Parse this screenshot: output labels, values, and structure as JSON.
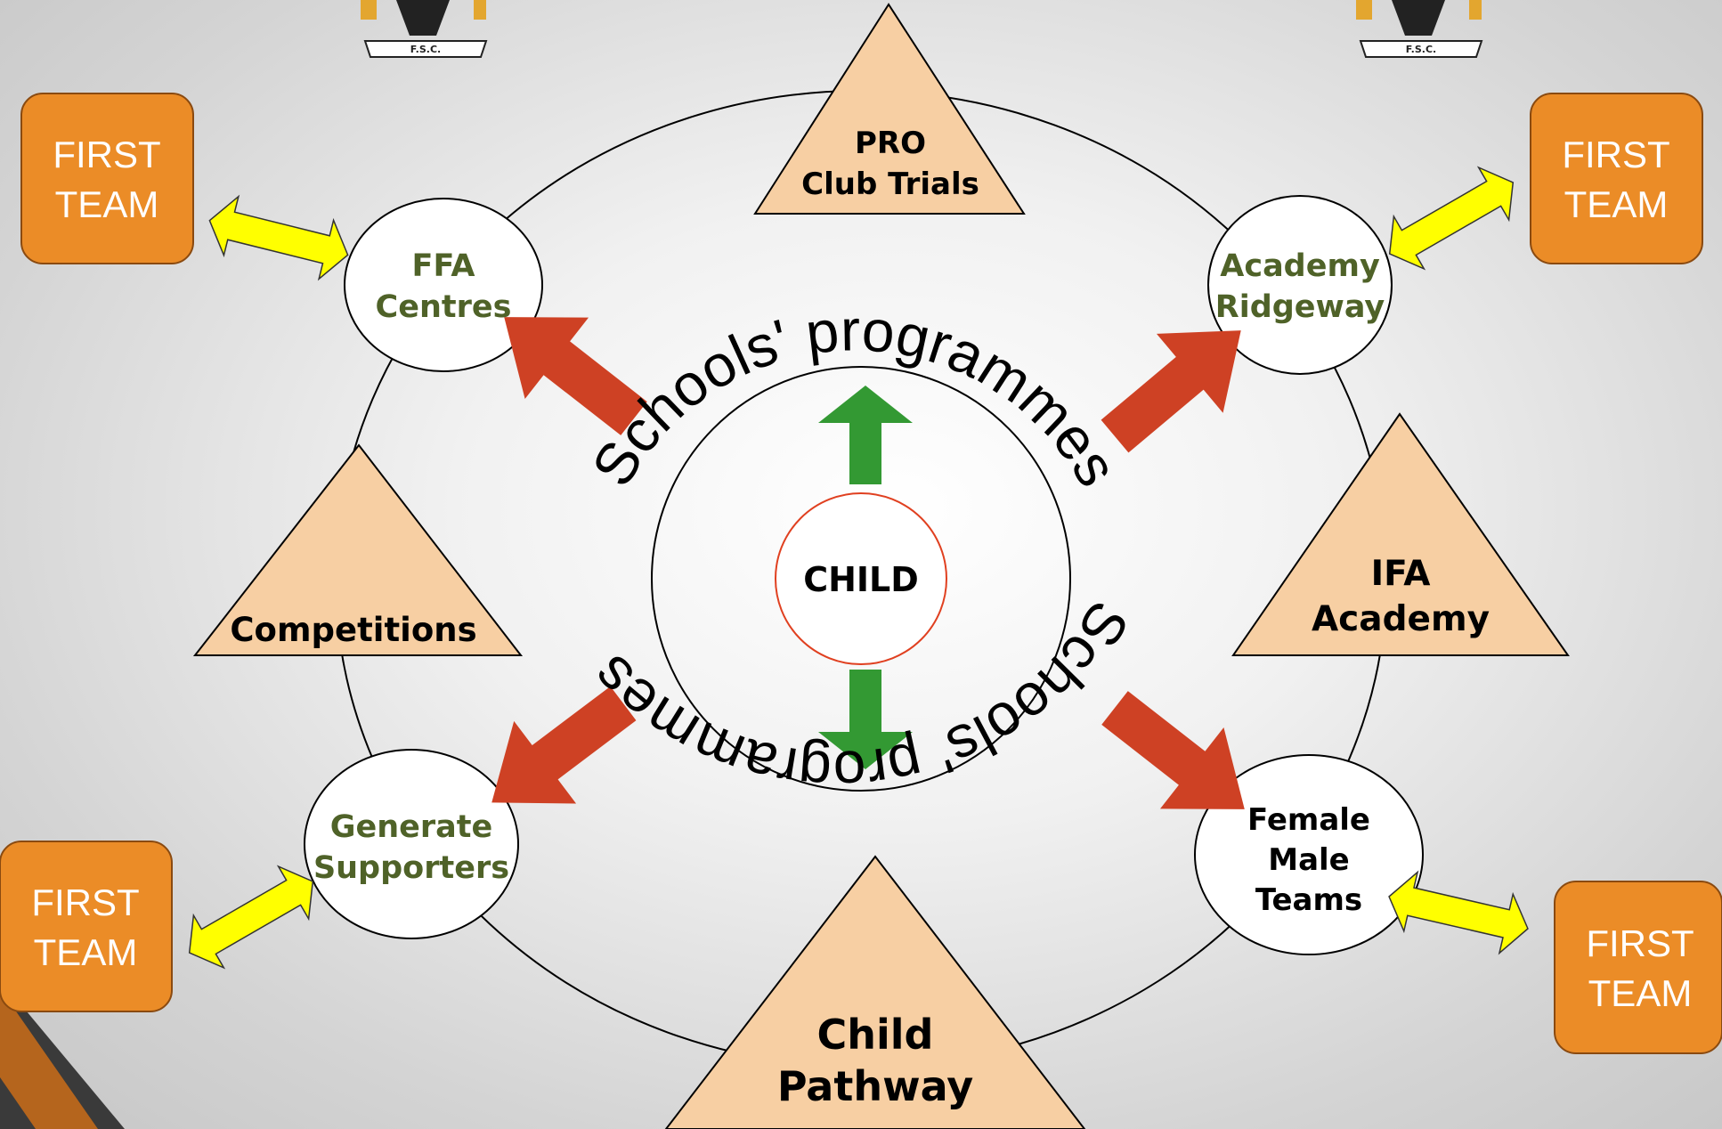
{
  "center": {
    "label": "CHILD"
  },
  "arc_text": {
    "upper": "Schools' programmes",
    "lower": "Schools' programmes"
  },
  "triangles": {
    "pro_club_trials": [
      "PRO",
      "Club Trials"
    ],
    "ifa_academy": [
      "IFA",
      "Academy"
    ],
    "competitions": [
      "Competitions"
    ],
    "child_pathway": [
      "Child",
      "Pathway"
    ]
  },
  "circles": {
    "ffa_centres": [
      "FFA",
      "Centres"
    ],
    "academy_ridgeway": [
      "Academy",
      "Ridgeway"
    ],
    "generate_supporters": [
      "Generate",
      "Supporters"
    ],
    "female_male_teams": [
      "Female",
      "Male",
      "Teams"
    ]
  },
  "first_team_boxes": {
    "top_left": [
      "FIRST",
      "TEAM"
    ],
    "top_right": [
      "FIRST",
      "TEAM"
    ],
    "bottom_left": [
      "FIRST",
      "TEAM"
    ],
    "bottom_right": [
      "FIRST",
      "TEAM"
    ]
  },
  "logo": {
    "text": "F.S.C."
  },
  "colors": {
    "orange_box": "#EB8C27",
    "triangle_fill": "#F7CFA3",
    "red_arrow": "#CE4124",
    "green_arrow": "#339933",
    "yellow_arrow": "#FFFF00",
    "green_text": "#4F6228",
    "corner_accent": "#B5651D"
  }
}
